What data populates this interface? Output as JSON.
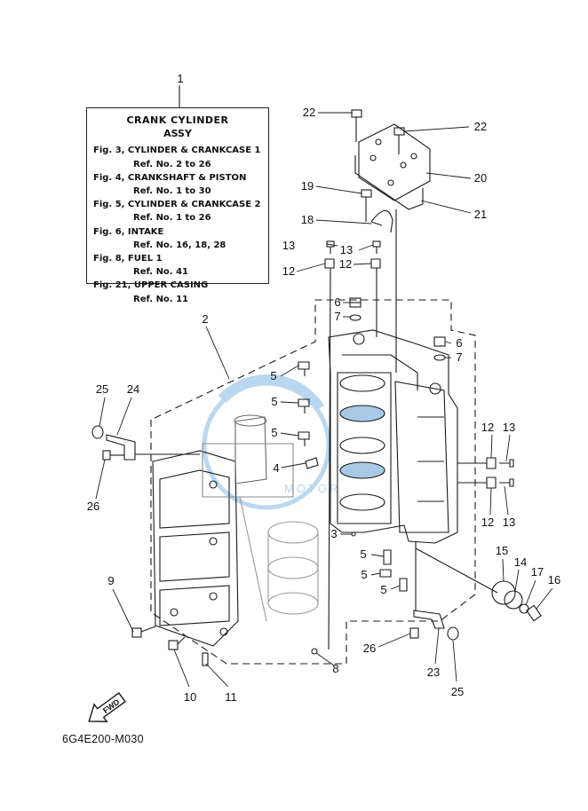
{
  "assembly_ref": "1",
  "info_box": {
    "title": "CRANK CYLINDER",
    "subtitle": "ASSY",
    "lines": [
      {
        "fig": "Fig. 3, CYLINDER & CRANKCASE 1",
        "ref": "Ref. No. 2 to 26"
      },
      {
        "fig": "Fig. 4, CRANKSHAFT & PISTON",
        "ref": "Ref. No. 1 to 30"
      },
      {
        "fig": "Fig. 5, CYLINDER & CRANKCASE 2",
        "ref": "Ref. No. 1 to 26"
      },
      {
        "fig": "Fig. 6, INTAKE",
        "ref": "Ref. No. 16, 18, 28"
      },
      {
        "fig": "Fig. 8, FUEL 1",
        "ref": "Ref. No. 41"
      },
      {
        "fig": "Fig. 21, UPPER CASING",
        "ref": "Ref. No. 11"
      }
    ]
  },
  "callouts": {
    "c22a": "22",
    "c22b": "22",
    "c20": "20",
    "c21": "21",
    "c19": "19",
    "c18": "18",
    "c13a": "13",
    "c13b": "13",
    "c12a": "12",
    "c12b": "12",
    "c2": "2",
    "c6a": "6",
    "c7a": "7",
    "c6b": "6",
    "c7b": "7",
    "c5a": "5",
    "c5b": "5",
    "c5c": "5",
    "c4": "4",
    "c3": "3",
    "c5d": "5",
    "c5e": "5",
    "c5f": "5",
    "c25a": "25",
    "c24": "24",
    "c26a": "26",
    "c12c": "12",
    "c13c": "13",
    "c12d": "12",
    "c13d": "13",
    "c15": "15",
    "c14": "14",
    "c17": "17",
    "c16": "16",
    "c9": "9",
    "c10": "10",
    "c11": "11",
    "c8": "8",
    "c26b": "26",
    "c23": "23",
    "c25b": "25"
  },
  "fwd_label": "FWD",
  "diagram_code": "6G4E200-M030",
  "watermark": "MOTOR"
}
